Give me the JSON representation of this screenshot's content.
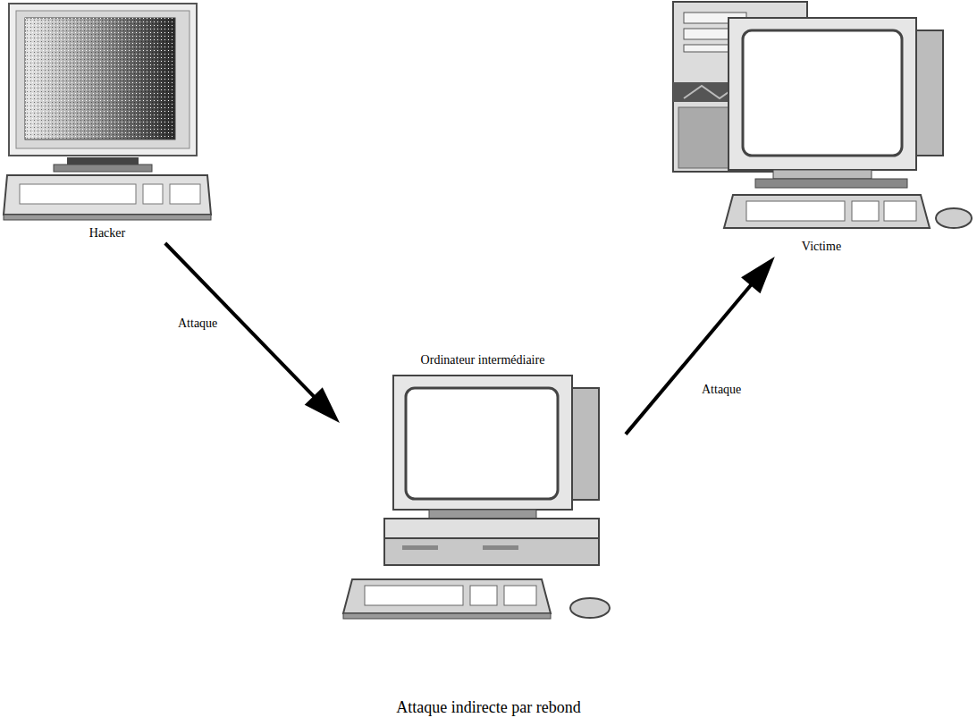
{
  "diagram": {
    "caption": "Attaque indirecte par rebond",
    "nodes": [
      {
        "text": [
          "Hacker"
        ]
      },
      {
        "text": [
          "Victime"
        ]
      },
      {
        "text": [
          "Ordinateur intermédiaire"
        ]
      }
    ],
    "edges": [
      {
        "from": 0,
        "to": 2,
        "label": "Attaque",
        "arrow": "to"
      },
      {
        "from": 2,
        "to": 1,
        "label": "Attaque",
        "arrow": "to"
      }
    ]
  }
}
